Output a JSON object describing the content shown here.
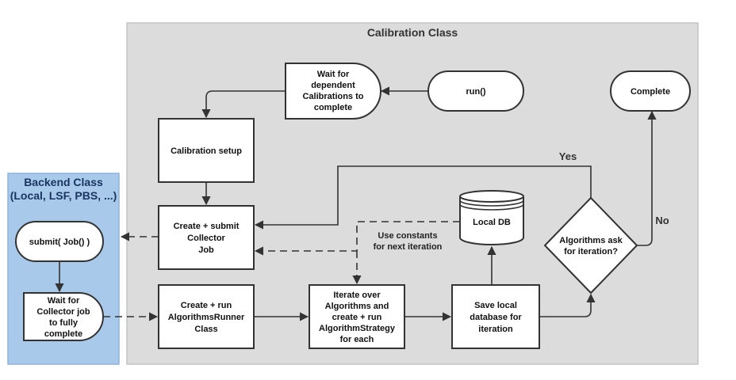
{
  "calibration_class": {
    "title": "Calibration Class"
  },
  "backend_class": {
    "title_line1": "Backend Class",
    "title_line2": "(Local, LSF, PBS, ...)"
  },
  "nodes": {
    "run": "run()",
    "wait_dependent": [
      "Wait for",
      "dependent",
      "Calibrations to",
      "complete"
    ],
    "complete": "Complete",
    "calibration_setup": "Calibration setup",
    "create_submit": [
      "Create + submit",
      "Collector",
      "Job"
    ],
    "local_db": "Local DB",
    "algorithms_ask": [
      "Algorithms ask",
      "for iteration?"
    ],
    "create_run": [
      "Create + run",
      "AlgorithmsRunner",
      "Class"
    ],
    "iterate": [
      "Iterate over",
      "Algorithms and",
      "create + run",
      "AlgorithmStrategy",
      "for each"
    ],
    "save_local": [
      "Save local",
      "database for",
      "iteration"
    ],
    "submit_job": "submit( Job() )",
    "wait_collector": [
      "Wait for",
      "Collector job",
      "to fully",
      "complete"
    ]
  },
  "edge_labels": {
    "yes": "Yes",
    "no": "No",
    "use_constants": [
      "Use constants",
      "for next iteration"
    ]
  }
}
